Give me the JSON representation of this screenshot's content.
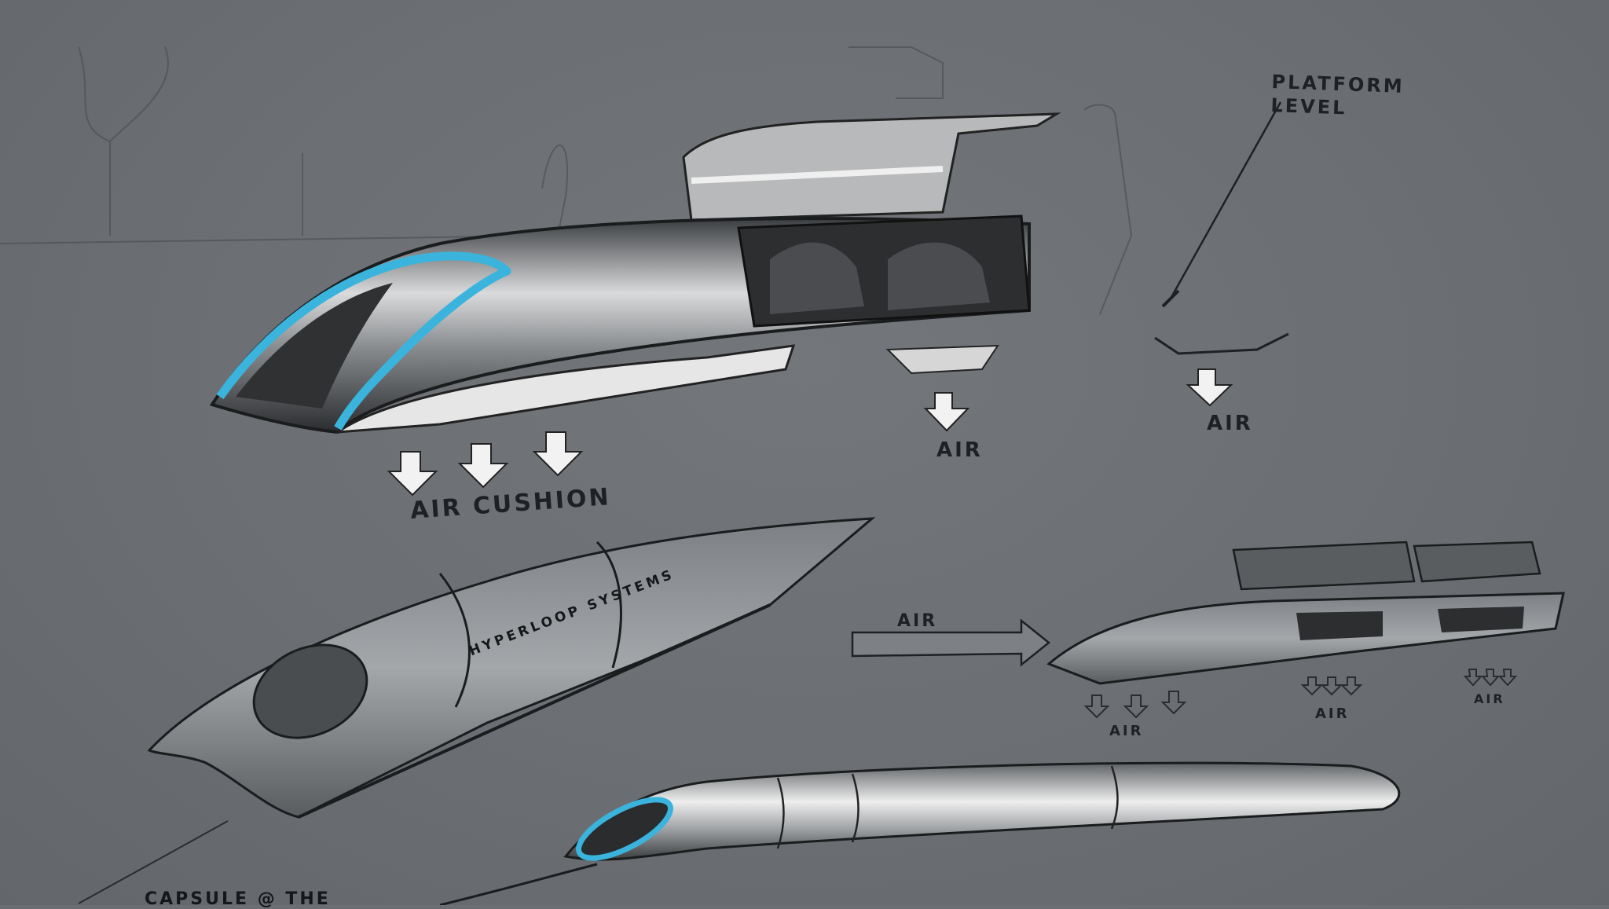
{
  "artwork": {
    "title": "Hyperloop capsule concept sketches",
    "background_color": "#6b6f73",
    "accent_color": "#3ab4dc",
    "ink_color": "#1e2124",
    "highlight_color": "#f2f2f2"
  },
  "annotations": {
    "platform_level": "Platform\nLevel",
    "air_cushion": "Air Cushion",
    "air_mid": "Air",
    "air_right": "Air",
    "air_arrow": "Air",
    "air_small_1": "Air",
    "air_small_2": "Air",
    "air_small_3": "Air",
    "hyperloop_systems": "Hyperloop Systems",
    "bottom_partial": "Capsule @ the"
  },
  "sketches": [
    {
      "name": "main-capsule-at-platform",
      "description": "Capsule with open top door at platform level, cyan-rimmed front inlet"
    },
    {
      "name": "capsule-side-view",
      "description": "Capsule exterior with Hyperloop Systems branding"
    },
    {
      "name": "capsule-airflow-diagram",
      "description": "Small capsule with air arrow and downward air arrows"
    },
    {
      "name": "capsule-closed-shell",
      "description": "Streamlined closed capsule with cyan intake ring"
    }
  ]
}
